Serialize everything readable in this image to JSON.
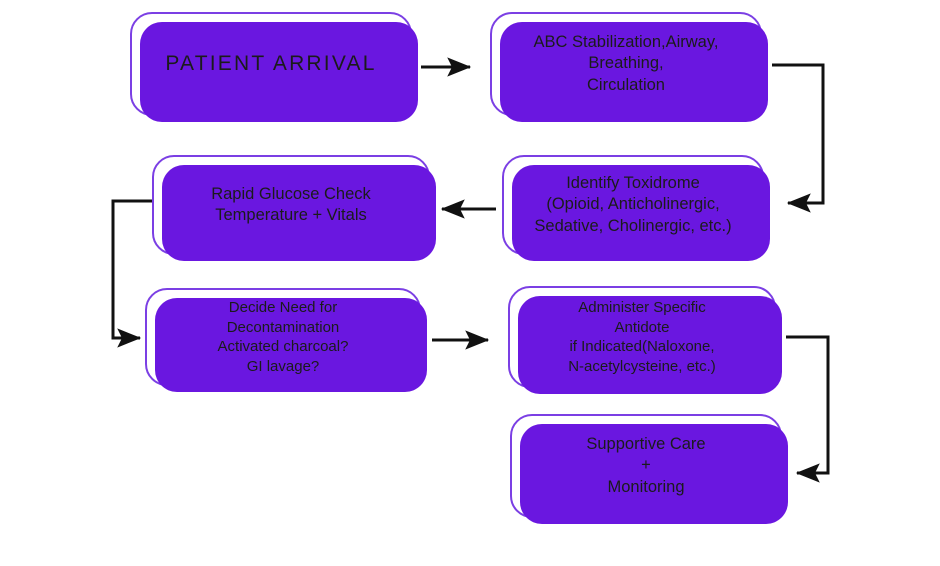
{
  "diagram": {
    "title": "Toxicology / Poisoning Emergency Management Flowchart",
    "background_color": "#ffffff",
    "node_border_color": "#7B3FE4",
    "node_shadow_color": "#6A17E0",
    "connector_color": "#111111",
    "text_color": "#1b1b1b",
    "nodes": [
      {
        "id": "arrival",
        "label": "PATIENT ARRIVAL",
        "lines": [
          "PATIENT ARRIVAL"
        ]
      },
      {
        "id": "abc",
        "label": "ABC Stabilization,Airway,\nBreathing,\nCirculation",
        "lines": [
          "ABC Stabilization,Airway,",
          "Breathing,",
          "Circulation"
        ]
      },
      {
        "id": "toxidrome",
        "label": "Identify Toxidrome\n(Opioid, Anticholinergic,\nSedative, Cholinergic, etc.)",
        "lines": [
          "Identify Toxidrome",
          "(Opioid, Anticholinergic,",
          "Sedative, Cholinergic, etc.)"
        ]
      },
      {
        "id": "glucose",
        "label": "Rapid Glucose Check\nTemperature + Vitals",
        "lines": [
          "Rapid Glucose Check",
          "Temperature + Vitals"
        ]
      },
      {
        "id": "decontamination",
        "label": "Decide Need for\nDecontamination\nActivated charcoal?\nGI lavage?",
        "lines": [
          "Decide Need for",
          "Decontamination",
          "Activated charcoal?",
          "GI lavage?"
        ]
      },
      {
        "id": "antidote",
        "label": "Administer Specific\nAntidote\nif Indicated(Naloxone,\nN-acetylcysteine, etc.)",
        "lines": [
          "Administer Specific",
          "Antidote",
          "if Indicated(Naloxone,",
          "N-acetylcysteine, etc.)"
        ]
      },
      {
        "id": "supportive",
        "label": "Supportive Care\n+\nMonitoring",
        "lines": [
          "Supportive Care",
          "+",
          "Monitoring"
        ]
      }
    ],
    "connectors": [
      {
        "id": "arrival-to-abc",
        "from": "arrival",
        "to": "abc",
        "style": "straight-right"
      },
      {
        "id": "abc-to-toxidrome",
        "from": "abc",
        "to": "toxidrome",
        "style": "elbow-right-down-left"
      },
      {
        "id": "toxidrome-to-glucose",
        "from": "toxidrome",
        "to": "glucose",
        "style": "straight-left"
      },
      {
        "id": "glucose-to-decontamination",
        "from": "glucose",
        "to": "decontamination",
        "style": "elbow-left-down-right"
      },
      {
        "id": "decontamination-to-antidote",
        "from": "decontamination",
        "to": "antidote",
        "style": "straight-right"
      },
      {
        "id": "antidote-to-supportive",
        "from": "antidote",
        "to": "supportive",
        "style": "elbow-right-down-left"
      }
    ]
  }
}
